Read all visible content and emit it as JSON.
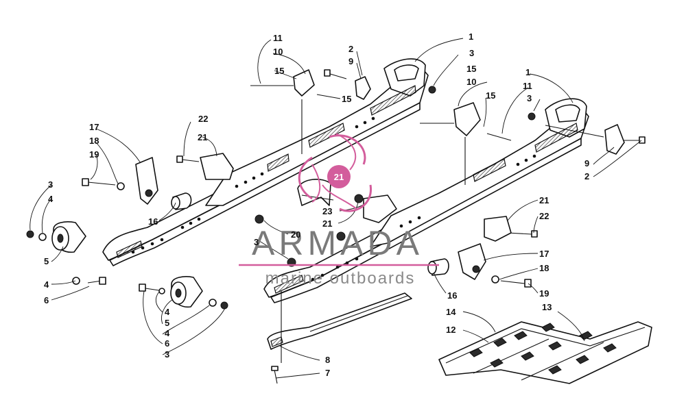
{
  "watermark": {
    "title": "ARMADA",
    "subtitle": "marine outboards",
    "logo_number": "21",
    "accent": "#d35d9c"
  },
  "callouts": [
    "1",
    "2",
    "3",
    "4",
    "5",
    "6",
    "7",
    "8",
    "9",
    "10",
    "11",
    "12",
    "13",
    "14",
    "15",
    "16",
    "17",
    "18",
    "19",
    "20",
    "21",
    "22",
    "23"
  ]
}
